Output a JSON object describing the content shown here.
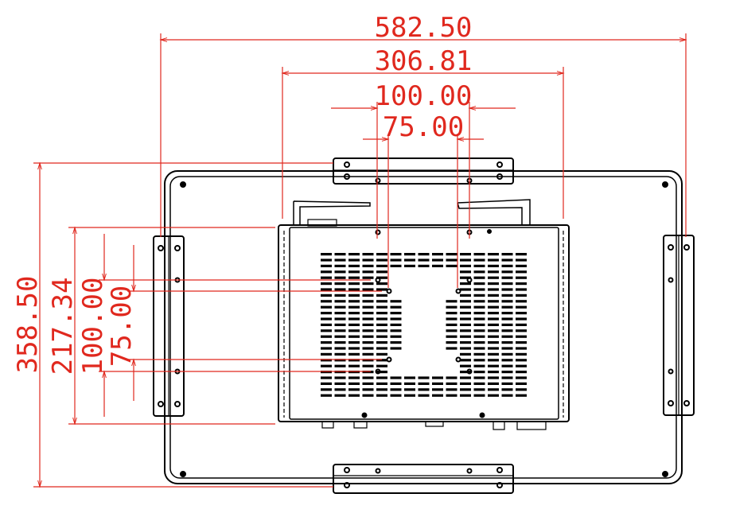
{
  "colors": {
    "dimension": "#e0281e",
    "outline": "#000000",
    "background": "#ffffff"
  },
  "dimensions": {
    "overall_width": "582.50",
    "chassis_width": "306.81",
    "vesa_outer_width": "100.00",
    "vesa_inner_width": "75.00",
    "overall_height": "358.50",
    "chassis_height": "217.34",
    "vesa_outer_height": "100.00",
    "vesa_inner_height": "75.00"
  }
}
